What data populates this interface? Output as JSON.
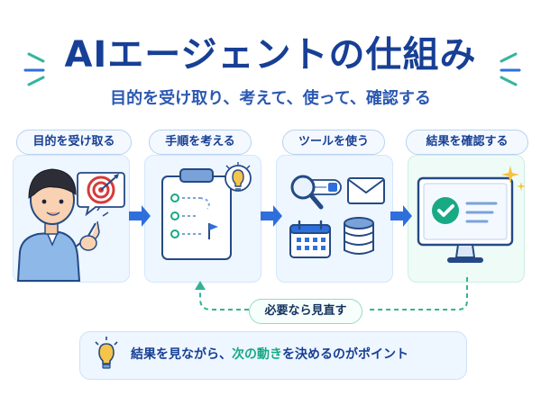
{
  "header": {
    "title": "AIエージェントの仕組み",
    "subtitle": "目的を受け取り、考えて、使って、確認する"
  },
  "steps": [
    {
      "label": "目的を受け取る"
    },
    {
      "label": "手順を考える"
    },
    {
      "label": "ツールを使う"
    },
    {
      "label": "結果を確認する"
    }
  ],
  "loop": {
    "label": "必要なら見直す"
  },
  "tip": {
    "prefix": "結果を見ながら、",
    "highlight": "次の動き",
    "suffix": "を決めるのがポイント"
  },
  "colors": {
    "primary": "#173f95",
    "accent_blue": "#2f6fdb",
    "accent_teal": "#18a985",
    "card_blue": "#eef6ff",
    "card_green": "#eefbf6"
  },
  "icons": [
    "target-icon",
    "lightbulb-icon",
    "clipboard-icon",
    "magnifier-icon",
    "mail-icon",
    "calendar-icon",
    "database-icon",
    "monitor-check-icon",
    "sparkle-icon"
  ]
}
